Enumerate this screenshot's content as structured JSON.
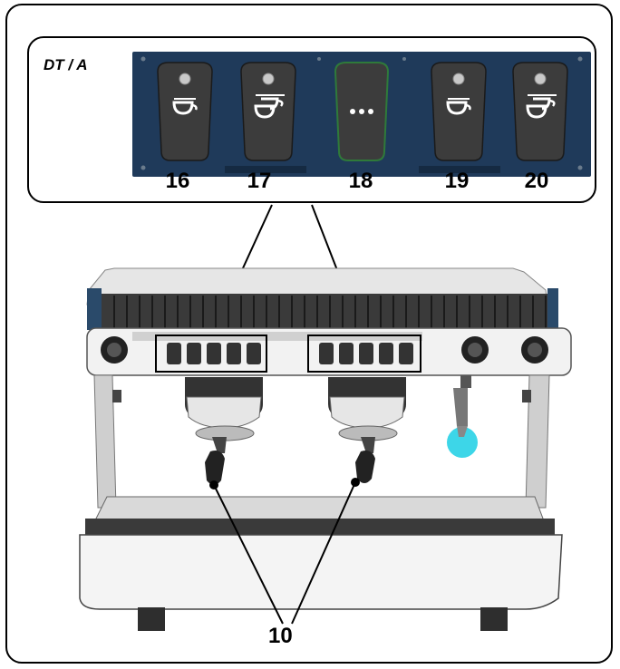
{
  "callout": {
    "model_label": "DT / A",
    "buttons": [
      {
        "number": "16",
        "icon": "single-cup-icon"
      },
      {
        "number": "17",
        "icon": "double-cup-icon"
      },
      {
        "number": "18",
        "icon": "continuous-dots-icon"
      },
      {
        "number": "19",
        "icon": "single-cup-icon"
      },
      {
        "number": "20",
        "icon": "double-cup-icon"
      }
    ]
  },
  "machine": {
    "groupheads_label": "10"
  },
  "colors": {
    "panel": "#1f3a5a",
    "button": "#3c3c3c",
    "continuous_button_border": "#2f7a3a",
    "steam_tip": "#3dd6e8"
  }
}
